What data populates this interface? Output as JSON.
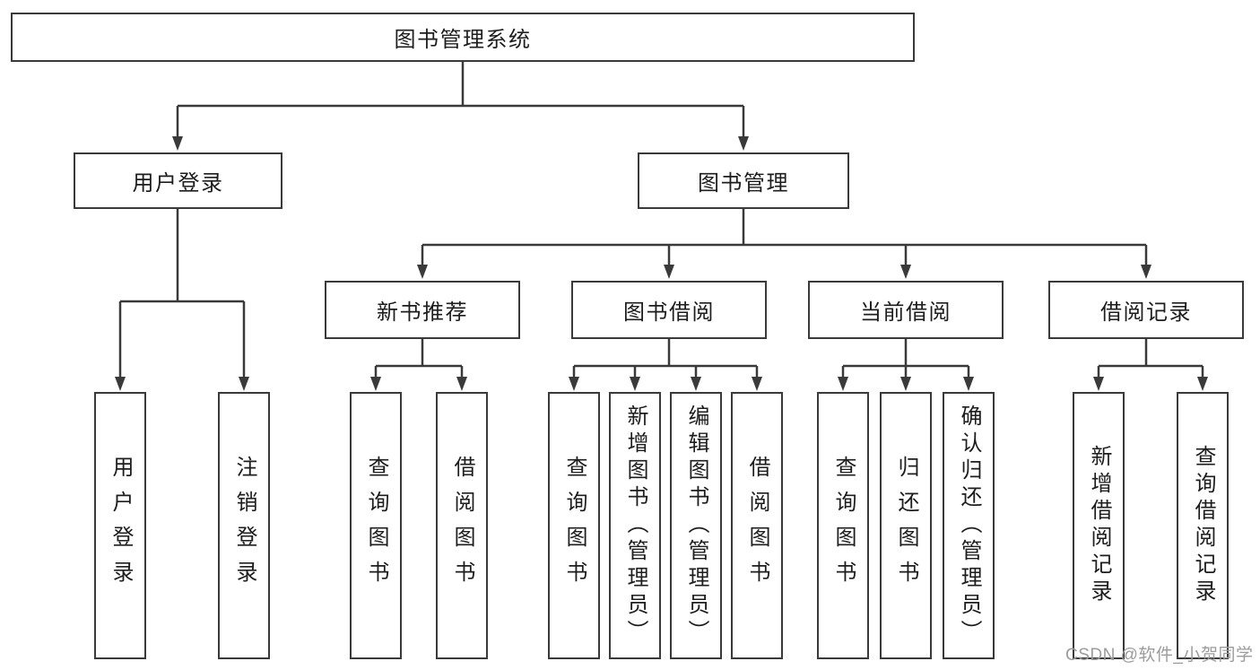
{
  "watermark": {
    "text": "CSDN @软件_小贺同学"
  },
  "colors": {
    "line": "#3a3a3a",
    "text": "#1d1d1d",
    "watermark": "#9c9c9c",
    "background": "#ffffff"
  },
  "tree": {
    "label": "图书管理系统",
    "children": [
      {
        "label": "用户登录",
        "children": [
          {
            "label": "用户登录"
          },
          {
            "label": "注销登录"
          }
        ]
      },
      {
        "label": "图书管理",
        "children": [
          {
            "label": "新书推荐",
            "children": [
              {
                "label": "查询图书"
              },
              {
                "label": "借阅图书"
              }
            ]
          },
          {
            "label": "图书借阅",
            "children": [
              {
                "label": "查询图书"
              },
              {
                "label": "新增图书（管理员）"
              },
              {
                "label": "编辑图书（管理员）"
              },
              {
                "label": "借阅图书"
              }
            ]
          },
          {
            "label": "当前借阅",
            "children": [
              {
                "label": "查询图书"
              },
              {
                "label": "归还图书"
              },
              {
                "label": "确认归还（管理员）"
              }
            ]
          },
          {
            "label": "借阅记录",
            "children": [
              {
                "label": "新增借阅记录"
              },
              {
                "label": "查询借阅记录"
              }
            ]
          }
        ]
      }
    ]
  }
}
